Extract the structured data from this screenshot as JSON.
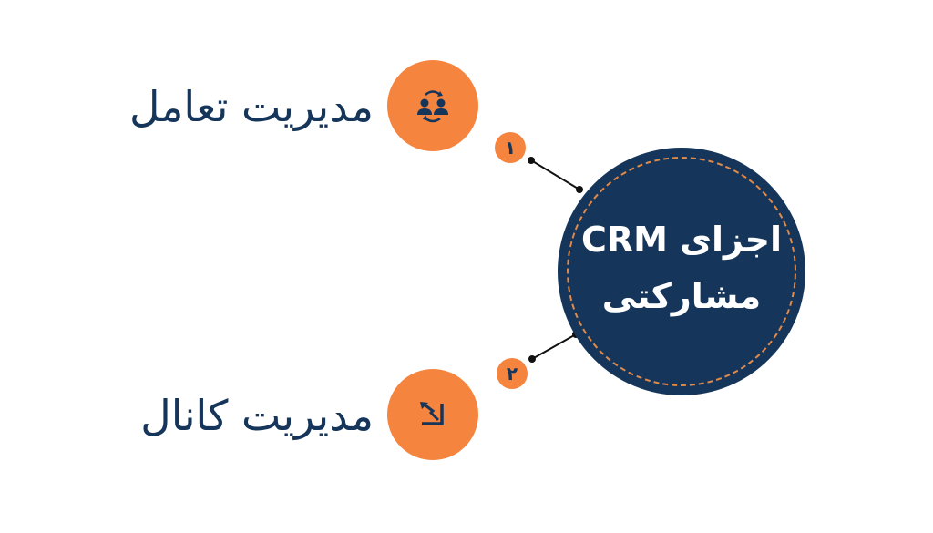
{
  "hub": {
    "title_line1": "اجزای CRM",
    "title_line2": "مشارکتی",
    "fill": "#16355a",
    "ring_color": "#e08a4a"
  },
  "components": [
    {
      "number": "۱",
      "label": "مدیریت تعامل",
      "icon": "people-exchange-icon"
    },
    {
      "number": "۲",
      "label": "مدیریت کانال",
      "icon": "chart-trend-icon"
    }
  ],
  "colors": {
    "accent": "#f5843f",
    "navy": "#16355a"
  }
}
